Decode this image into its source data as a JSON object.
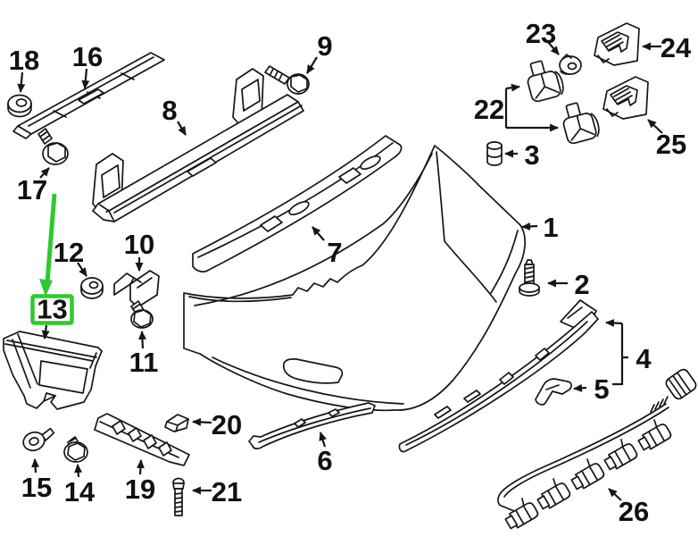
{
  "diagram": {
    "background": "#ffffff",
    "line_color": "#161616",
    "highlight": {
      "color": "#2fc92f",
      "selected_callout": "13"
    },
    "callouts": [
      {
        "number": "1"
      },
      {
        "number": "2"
      },
      {
        "number": "3"
      },
      {
        "number": "4"
      },
      {
        "number": "5"
      },
      {
        "number": "6"
      },
      {
        "number": "7"
      },
      {
        "number": "8"
      },
      {
        "number": "9"
      },
      {
        "number": "10"
      },
      {
        "number": "11"
      },
      {
        "number": "12"
      },
      {
        "number": "13"
      },
      {
        "number": "14"
      },
      {
        "number": "15"
      },
      {
        "number": "16"
      },
      {
        "number": "17"
      },
      {
        "number": "18"
      },
      {
        "number": "19"
      },
      {
        "number": "20"
      },
      {
        "number": "21"
      },
      {
        "number": "22"
      },
      {
        "number": "23"
      },
      {
        "number": "24"
      },
      {
        "number": "25"
      },
      {
        "number": "26"
      }
    ]
  }
}
